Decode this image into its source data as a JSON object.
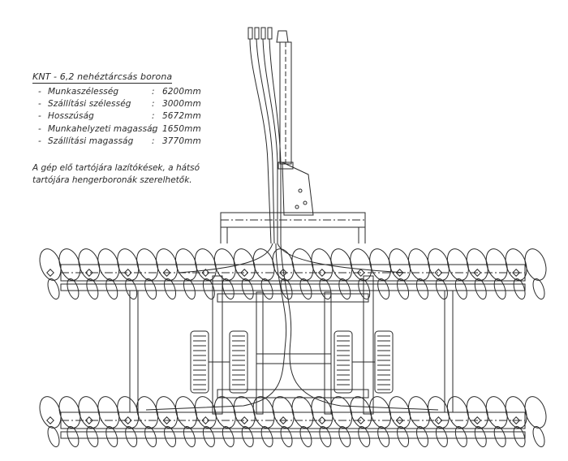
{
  "spec": {
    "title": "KNT - 6,2 nehéztárcsás borona",
    "rows": [
      {
        "dash": "-",
        "label": "Munkaszélesség",
        "colon": ":",
        "value": "6200mm"
      },
      {
        "dash": "-",
        "label": "Szállítási szélesség",
        "colon": ":",
        "value": "3000mm"
      },
      {
        "dash": "-",
        "label": "Hosszúság",
        "colon": ":",
        "value": "5672mm"
      },
      {
        "dash": "-",
        "label": "Munkahelyzeti magasság",
        "colon": ":",
        "value": "1650mm"
      },
      {
        "dash": "-",
        "label": "Szállítási magasság",
        "colon": ":",
        "value": "3770mm"
      }
    ]
  },
  "note": {
    "line1": "A gép elő tartójára lazítókések, a hátsó",
    "line2": "tartójára hengerboronák szerelhetők."
  },
  "colors": {
    "ink": "#2a2a2a",
    "paper": "#ffffff"
  }
}
